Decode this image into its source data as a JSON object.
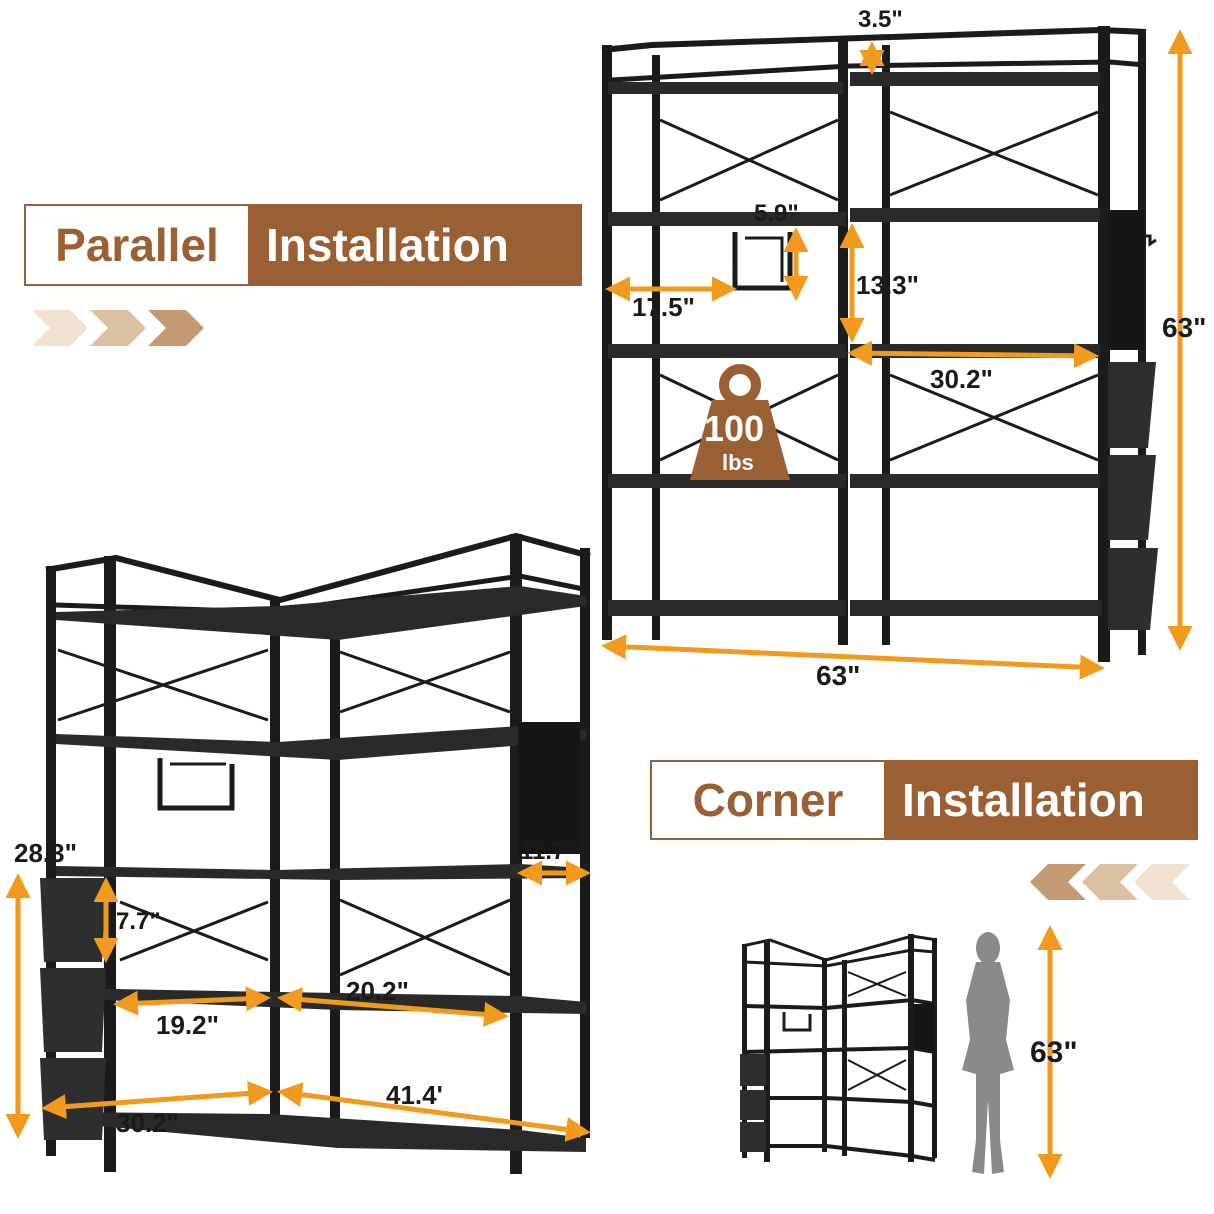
{
  "banners": {
    "parallel": {
      "word1": "Parallel",
      "word2": "Installation"
    },
    "corner": {
      "word1": "Corner",
      "word2": "Installation"
    }
  },
  "weight": {
    "value": "100",
    "unit": "lbs"
  },
  "dimensions": {
    "parallel": {
      "top_gap": "3.5\"",
      "cube_width": "5.9\"",
      "shelf_gap": "13.3\"",
      "cube_depth": "17.5\"",
      "shelf_width": "30.2\"",
      "total_height": "63\"",
      "total_width": "63\""
    },
    "corner": {
      "side_height": "28.3\"",
      "pegboard_width": "11.7\"",
      "bag_height": "7.7\"",
      "shelf_left": "19.2\"",
      "shelf_right": "20.2\"",
      "base_left": "30.2\"",
      "base_right": "41.4'",
      "person_height": "63\""
    }
  },
  "colors": {
    "brand": "#9a5f33",
    "arrow": "#f19a1e",
    "frame": "#1b1b1b"
  }
}
